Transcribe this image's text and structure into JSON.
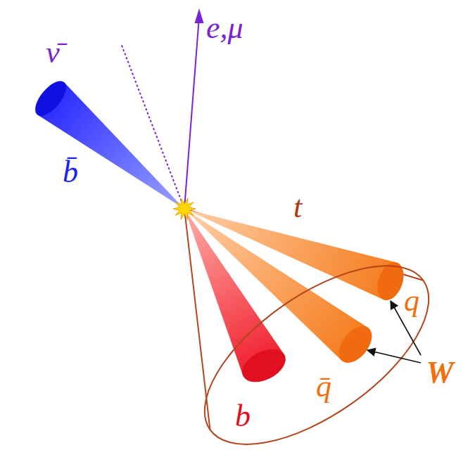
{
  "diagram": {
    "labels": [
      "ν̄",
      "e,μ",
      "b̄",
      "t",
      "q",
      "q̄",
      "W",
      "b"
    ]
  }
}
